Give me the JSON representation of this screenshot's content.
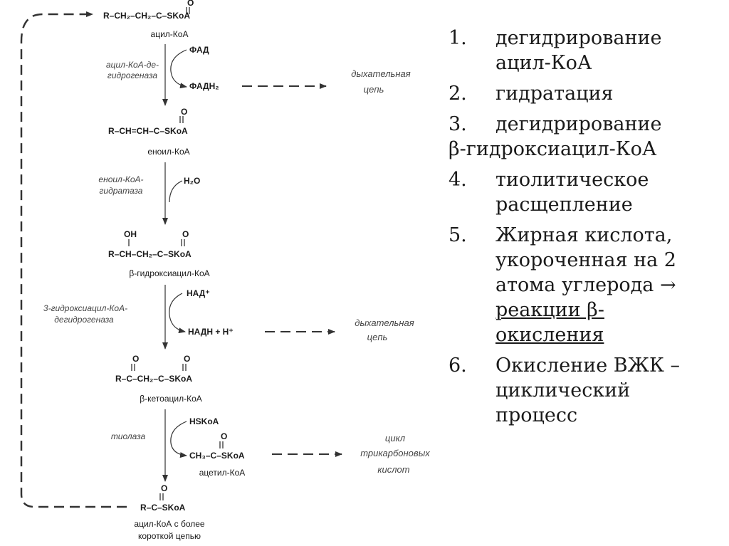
{
  "diagram": {
    "compounds": {
      "acyl": {
        "formula": "R–CH₂–CH₂–C–SKoA",
        "oxygen": "O",
        "name": "ацил-КоА"
      },
      "enoyl": {
        "formula": "R–CH=CH–C–SKoA",
        "oxygen": "O",
        "name": "еноил-КоА"
      },
      "hydroxy": {
        "formula": "R–CH–CH₂–C–SKoA",
        "oh": "OH",
        "oxygen": "O",
        "name": "β-гидроксиацил-КоА"
      },
      "keto": {
        "formula": "R–C–CH₂–C–SKoA",
        "oxygen1": "O",
        "oxygen2": "O",
        "name": "β-кетоацил-КоА"
      },
      "acetyl": {
        "formula": "CH₃–C–SKoA",
        "oxygen": "O",
        "name": "ацетил-КоА"
      },
      "short": {
        "formula": "R–C–SKoA",
        "oxygen": "O",
        "name_line1": "ацил-КоА с более",
        "name_line2": "короткой цепью"
      }
    },
    "enzymes": {
      "e1_line1": "ацил-КоА-де-",
      "e1_line2": "гидрогеназа",
      "e2_line1": "еноил-КоА-",
      "e2_line2": "гидратаза",
      "e3_line1": "3-гидроксиацил-КоА-",
      "e3_line2": "дегидрогеназа",
      "e4": "тиолаза"
    },
    "cofactors": {
      "fad": "ФАД",
      "fadh2": "ФАДН₂",
      "h2o": "H₂O",
      "nad": "НАД⁺",
      "nadh": "НАДН + H⁺",
      "hskoa": "HSKoA"
    },
    "outputs": {
      "resp1_line1": "дыхательная",
      "resp1_line2": "цепь",
      "resp2_line1": "дыхательная",
      "resp2_line2": "цепь",
      "tca_line1": "цикл",
      "tca_line2": "трикарбоновых",
      "tca_line3": "кислот"
    }
  },
  "steps": [
    {
      "num": "1.",
      "lines": [
        "дегидрирование",
        "ацил-КоА"
      ]
    },
    {
      "num": "2.",
      "lines": [
        "гидратация"
      ]
    },
    {
      "num": "3.",
      "lines": [
        "дегидрирование"
      ]
    },
    {
      "num": "",
      "lines": [
        "β-гидроксиацил-КоА"
      ]
    },
    {
      "num": "4.",
      "lines": [
        "тиолитическое",
        "расщепление"
      ]
    },
    {
      "num": "5.",
      "lines": [
        "Жирная кислота,",
        "укороченная на 2",
        "атома углерода →"
      ],
      "underlined": [
        "реакции β-",
        "окисления"
      ]
    },
    {
      "num": "6.",
      "lines": [
        "Окисление ВЖК –",
        "циклический",
        "процесс"
      ]
    }
  ]
}
